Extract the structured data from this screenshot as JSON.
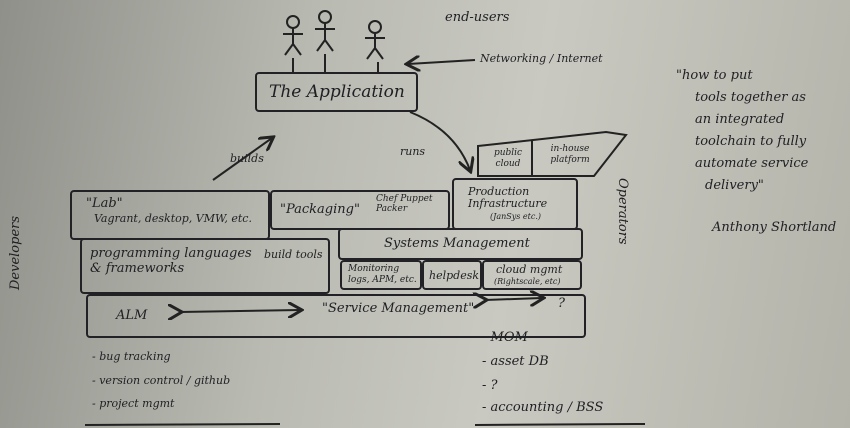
{
  "top": {
    "end_users": "end-users",
    "networking": "Networking / Internet",
    "application": "The Application"
  },
  "arrows": {
    "builds": "builds",
    "runs": "runs"
  },
  "cloud": {
    "public": "public cloud",
    "inhouse": "in-house platform"
  },
  "stack": {
    "lab_title": "\"Lab\"",
    "lab_items": "Vagrant, desktop, VMW, etc.",
    "packaging": "\"Packaging\"",
    "chef": "Chef Puppet Packer",
    "production": "Production Infrastructure",
    "production_sub": "(JanSys etc.)",
    "prog_lang": "programming languages & frameworks",
    "build_tools": "build tools",
    "systems_mgmt": "Systems Management",
    "monitoring": "Monitoring logs, APM, etc.",
    "helpdesk": "helpdesk",
    "cloud_mgmt": "cloud mgmt",
    "cloud_mgmt_sub": "(Rightscale, etc)",
    "alm": "ALM",
    "service_mgmt": "\"Service Management\"",
    "question": "?"
  },
  "side": {
    "developers": "Developers",
    "operators": "Operators"
  },
  "lists": {
    "left": [
      "- bug tracking",
      "- version control / github",
      "- project mgmt"
    ],
    "right": [
      "- MOM",
      "- asset DB",
      "- ?",
      "- accounting / BSS"
    ]
  },
  "quote": {
    "lines": [
      "\"how to put",
      "tools together as",
      "an integrated",
      "toolchain to fully",
      "automate service",
      "delivery\""
    ],
    "author": "Anthony Shortland"
  }
}
